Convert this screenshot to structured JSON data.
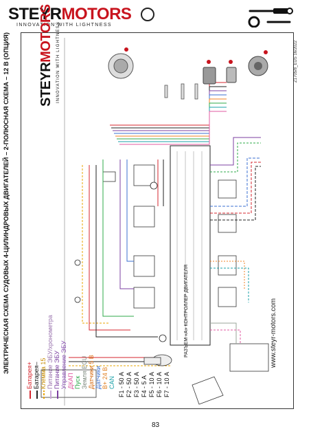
{
  "header": {
    "logo_part1": "STEYR",
    "logo_part2": "MOTORS",
    "tagline": "INNOVATION WITH LIGHTNESS"
  },
  "diagram": {
    "title": "ЭЛЕКТРИЧЕСКАЯ СХЕМА СУДОВЫХ 4-ЦИЛИНДРОВЫХ ДВИГАТЕЛЕЙ – 2-ПОЛЮСНАЯ СХЕМА – 12 В (ОПЦИЯ)",
    "legend": [
      {
        "label": "Батарея+",
        "color": "#d6262e"
      },
      {
        "label": "Батарея–",
        "color": "#222222"
      },
      {
        "label": "Клемма 15",
        "color": "#e8a400"
      },
      {
        "label": "Питание ЭБУ/хронометра",
        "color": "#c9a8d9"
      },
      {
        "label": "Питание ЭБУ",
        "color": "#7b3fa0"
      },
      {
        "label": "Управление ЭБУ",
        "color": "#8a4fb5"
      },
      {
        "label": "ДКАП",
        "color": "#e05aa0"
      },
      {
        "label": "Пуск",
        "color": "#2ea84a"
      },
      {
        "label": "Земля ECU",
        "color": "#9aa59a"
      },
      {
        "label": "Датчики 5 В",
        "color": "#f08020"
      },
      {
        "label": "Датчики",
        "color": "#3a6fd0"
      },
      {
        "label": "B+ 24 В",
        "color": "#ff9933"
      },
      {
        "label": "CAN",
        "color": "#19a0a8"
      }
    ],
    "fuses": [
      "F1 - 50 А",
      "F2 - 50 А",
      "F3 - 50 А",
      "F4 - 5 А",
      "F5 - 10 А",
      "F6 - 10 А",
      "F7 - 10 А"
    ],
    "ecu_label": "РАЗЪЕМ «А» КОНТРОЛЛЕР ДВИГАТЕЛЯ",
    "website": "www.steyr-motors.com",
    "doc_id": "Z1705/8_EUS 16/2022"
  },
  "page_number": "83"
}
